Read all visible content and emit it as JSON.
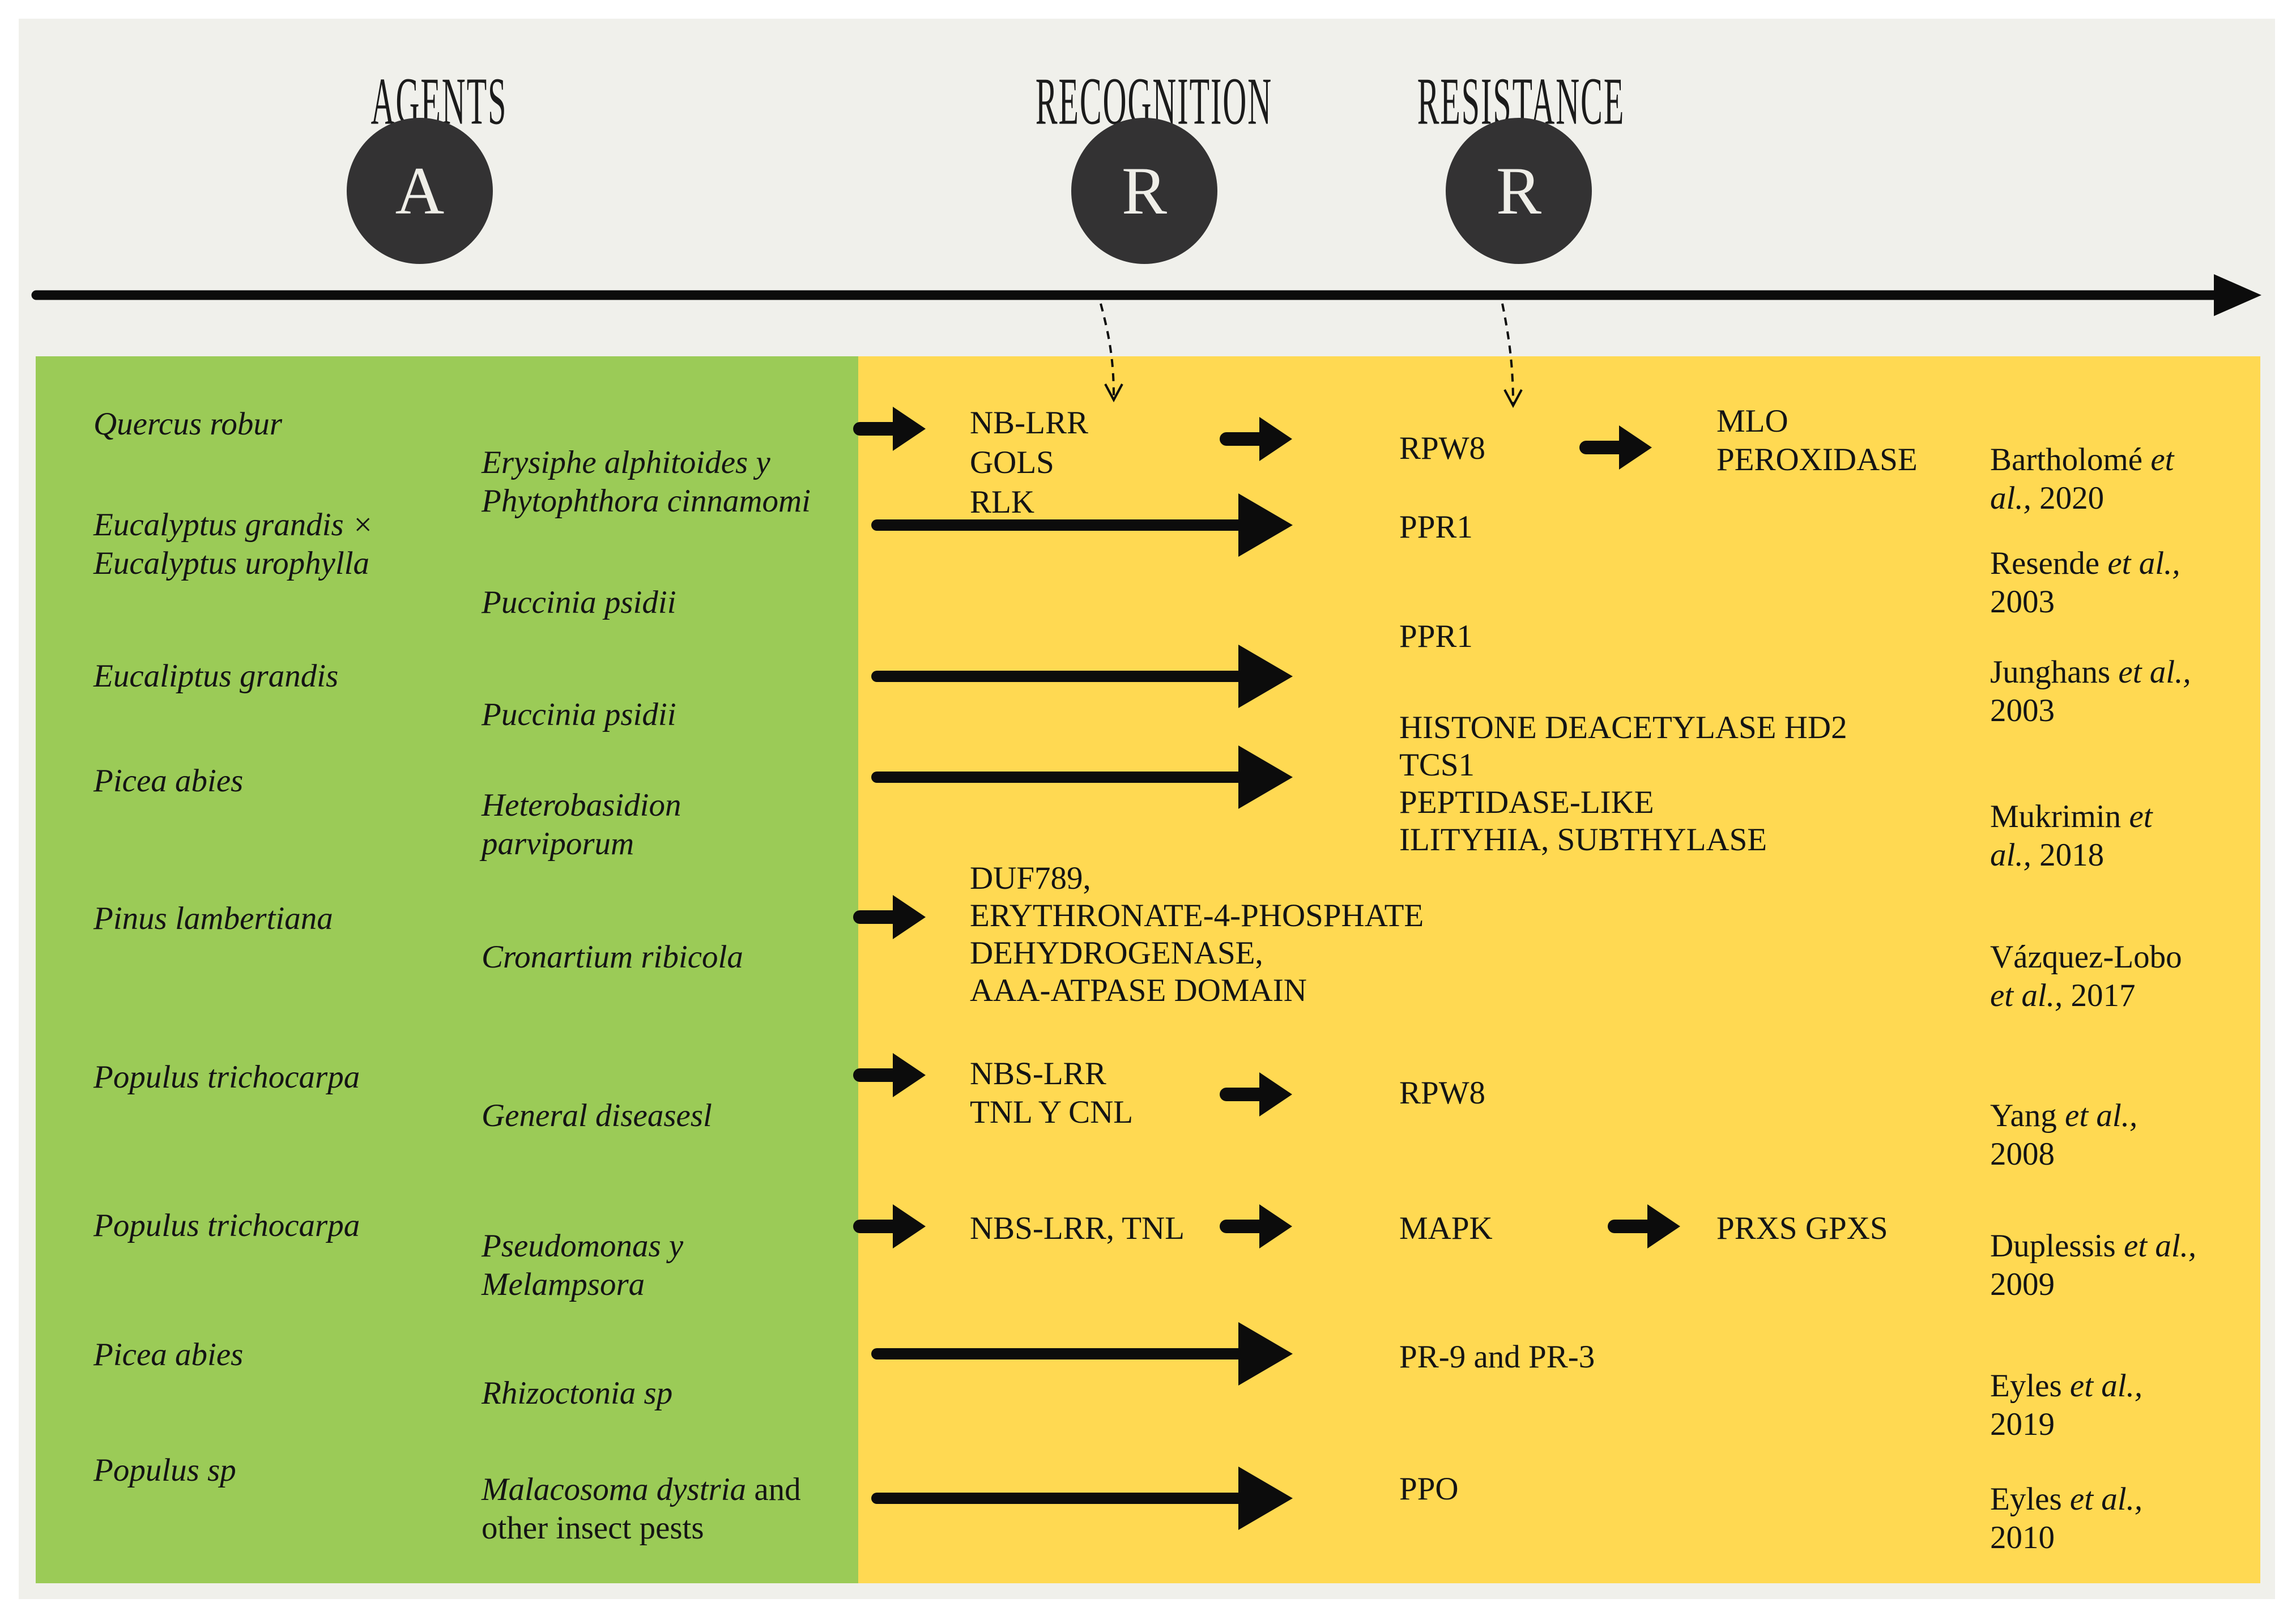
{
  "figure": {
    "header": {
      "agents_label": "AGENTS",
      "recognition_label": "RECOGNITION",
      "resistance_label": "RESISTANCE",
      "agents_letter": "A",
      "recognition_letter": "R",
      "resistance_letter": "R"
    },
    "colors": {
      "background": "#f0f0eb",
      "agents_panel": "#9bcb57",
      "response_panel": "#ffd952",
      "circle": "#333233",
      "ink": "#0c0c0c"
    },
    "icons": {
      "timeline_arrow_icon": "→",
      "flow_arrow_icon": "➔",
      "dashed_arrow_icon": "⇣"
    },
    "rows": [
      {
        "plant": "Quercus robur",
        "pathogen": {
          "species": "Erysiphe alphitoides y\nPhytophthora cinnamomi",
          "rest": ""
        },
        "recognition": "NB-LRR\nGOLS\nRLK",
        "resistance": "RPW8",
        "output": "MLO\nPEROXIDASE",
        "ref": {
          "pre": "Bartholomé ",
          "etal": "et\nal.,",
          "year": " 2020"
        }
      },
      {
        "plant": "Eucalyptus grandis ×\nEucalyptus urophylla",
        "pathogen": {
          "species": "Puccinia psidii",
          "rest": ""
        },
        "resistance": "PPR1",
        "ref": {
          "pre": "Resende ",
          "etal": "et al.,",
          "year": "\n2003"
        }
      },
      {
        "plant": "Eucaliptus grandis",
        "pathogen": {
          "species": "Puccinia psidii",
          "rest": ""
        },
        "resistance": "PPR1",
        "ref": {
          "pre": "Junghans ",
          "etal": "et al.,",
          "year": "\n2003"
        }
      },
      {
        "plant": "Picea abies",
        "pathogen": {
          "species": "Heterobasidion\nparviporum",
          "rest": ""
        },
        "resistance": "HISTONE DEACETYLASE HD2\nTCS1\nPEPTIDASE-LIKE\nILITYHIA, SUBTHYLASE",
        "ref": {
          "pre": "Mukrimin ",
          "etal": "et\nal.,",
          "year": " 2018"
        }
      },
      {
        "plant": "Pinus lambertiana",
        "pathogen": {
          "species": "Cronartium ribicola",
          "rest": ""
        },
        "recognition": "DUF789,\nERYTHRONATE-4-PHOSPHATE\nDEHYDROGENASE,\nAAA-ATPASE DOMAIN",
        "ref": {
          "pre": "Vázquez-Lobo\n",
          "etal": "et al.,",
          "year": " 2017"
        }
      },
      {
        "plant": "Populus trichocarpa",
        "pathogen": {
          "species": "General diseasesl",
          "rest": ""
        },
        "recognition": "NBS-LRR\nTNL Y CNL",
        "resistance": "RPW8",
        "ref": {
          "pre": "Yang ",
          "etal": "et al.,",
          "year": "\n2008"
        }
      },
      {
        "plant": "Populus trichocarpa",
        "pathogen": {
          "species": "Pseudomonas y\nMelampsora",
          "rest": ""
        },
        "recognition": "NBS-LRR, TNL",
        "resistance": "MAPK",
        "output": "PRXS GPXS",
        "ref": {
          "pre": "Duplessis ",
          "etal": "et al.,",
          "year": "\n2009"
        }
      },
      {
        "plant": "Picea abies",
        "pathogen": {
          "species": "Rhizoctonia sp",
          "rest": ""
        },
        "resistance": "PR-9 and PR-3",
        "ref": {
          "pre": "Eyles ",
          "etal": "et al.,",
          "year": "\n2019"
        }
      },
      {
        "plant": "Populus sp",
        "pathogen": {
          "species": "Malacosoma dystria",
          "rest": " and\nother insect pests"
        },
        "resistance": "PPO",
        "ref": {
          "pre": "Eyles ",
          "etal": "et al.,",
          "year": "\n2010"
        }
      }
    ]
  }
}
